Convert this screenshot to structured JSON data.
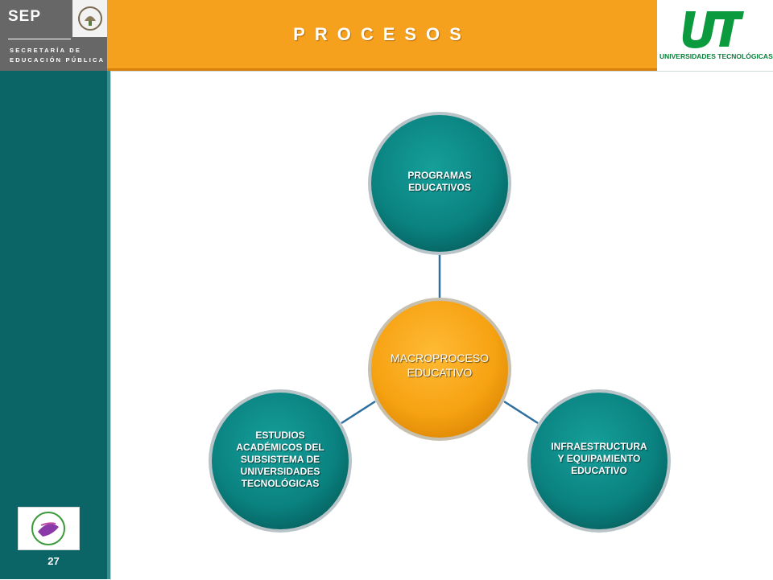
{
  "header": {
    "sep_logo": "SEP",
    "sep_subtitle_line1": "SECRETARÍA DE",
    "sep_subtitle_line2": "EDUCACIÓN PÚBLICA",
    "title": "PROCESOS",
    "ut_logo": "UT",
    "ut_caption": "UNIVERSIDADES TECNOLÓGICAS"
  },
  "diagram": {
    "center": {
      "line1": "MACROPROCESO",
      "line2": "EDUCATIVO"
    },
    "top": {
      "line1": "PROGRAMAS",
      "line2": "EDUCATIVOS"
    },
    "left": {
      "lines": [
        "ESTUDIOS",
        "ACADÉMICOS DEL",
        "SUBSISTEMA DE",
        "UNIVERSIDADES",
        "TECNOLÓGICAS"
      ]
    },
    "right": {
      "lines": [
        "INFRAESTRUCTURA",
        "Y EQUIPAMIENTO",
        "EDUCATIVO"
      ]
    }
  },
  "footer": {
    "page_number": "27"
  },
  "colors": {
    "teal": "#0b6466",
    "orange": "#f6a11d",
    "node_teal": "#0c8583",
    "node_orange": "#f7a517",
    "connector": "#2f6f9f",
    "ut_green": "#0b7f3a"
  },
  "icons": {
    "seal": "mexican-coat-of-arms-icon",
    "footer_logo": "institution-badge-icon"
  }
}
